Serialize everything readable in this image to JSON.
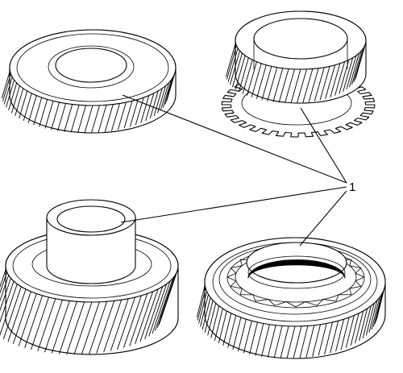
{
  "diagram": {
    "callout_label": "1",
    "colors": {
      "line": "#000000",
      "background": "#ffffff"
    },
    "parts": [
      {
        "id": "gear-top-left",
        "kind": "helical-gear"
      },
      {
        "id": "gear-top-right",
        "kind": "helical-gear-with-clutch-teeth"
      },
      {
        "id": "gear-bottom-left",
        "kind": "helical-gear-with-hub"
      },
      {
        "id": "gear-bottom-right",
        "kind": "helical-gear-with-needle-bearing"
      }
    ]
  }
}
